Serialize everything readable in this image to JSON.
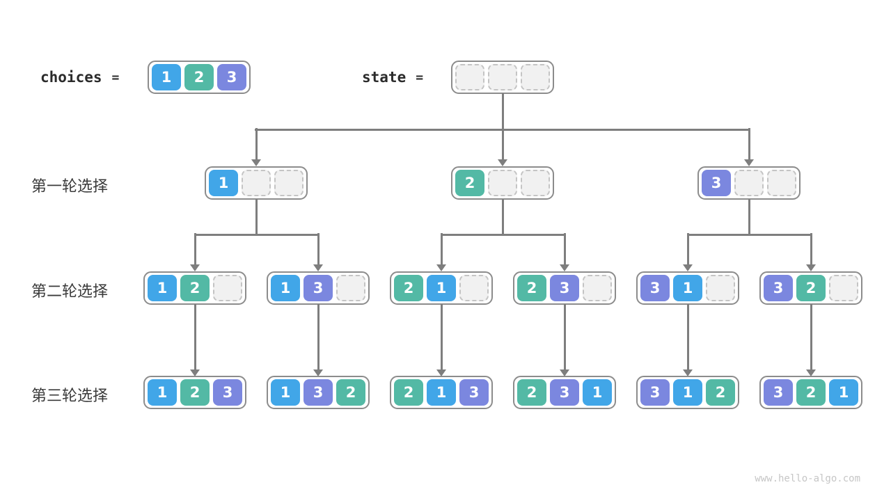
{
  "header": {
    "choices_name": "choices",
    "choices_eq": "=",
    "state_name": "state",
    "state_eq": "=",
    "choices_values": [
      "1",
      "2",
      "3"
    ],
    "state_values": [
      null,
      null,
      null
    ]
  },
  "rows": [
    {
      "label": "第一轮选择",
      "nodes": [
        [
          "1",
          null,
          null
        ],
        [
          "2",
          null,
          null
        ],
        [
          "3",
          null,
          null
        ]
      ]
    },
    {
      "label": "第二轮选择",
      "nodes": [
        [
          "1",
          "2",
          null
        ],
        [
          "1",
          "3",
          null
        ],
        [
          "2",
          "1",
          null
        ],
        [
          "2",
          "3",
          null
        ],
        [
          "3",
          "1",
          null
        ],
        [
          "3",
          "2",
          null
        ]
      ]
    },
    {
      "label": "第三轮选择",
      "nodes": [
        [
          "1",
          "2",
          "3"
        ],
        [
          "1",
          "3",
          "2"
        ],
        [
          "2",
          "1",
          "3"
        ],
        [
          "2",
          "3",
          "1"
        ],
        [
          "3",
          "1",
          "2"
        ],
        [
          "3",
          "2",
          "1"
        ]
      ]
    }
  ],
  "colors": {
    "value_1": "#41A6E8",
    "value_2": "#53B9A5",
    "value_3": "#7B87DF",
    "arrow": "#7E7E7E",
    "node_border": "#8C8C8C",
    "empty_cell_fill": "#F1F1F1",
    "empty_cell_border": "#C4C4C4"
  },
  "watermark": "www.hello-algo.com"
}
